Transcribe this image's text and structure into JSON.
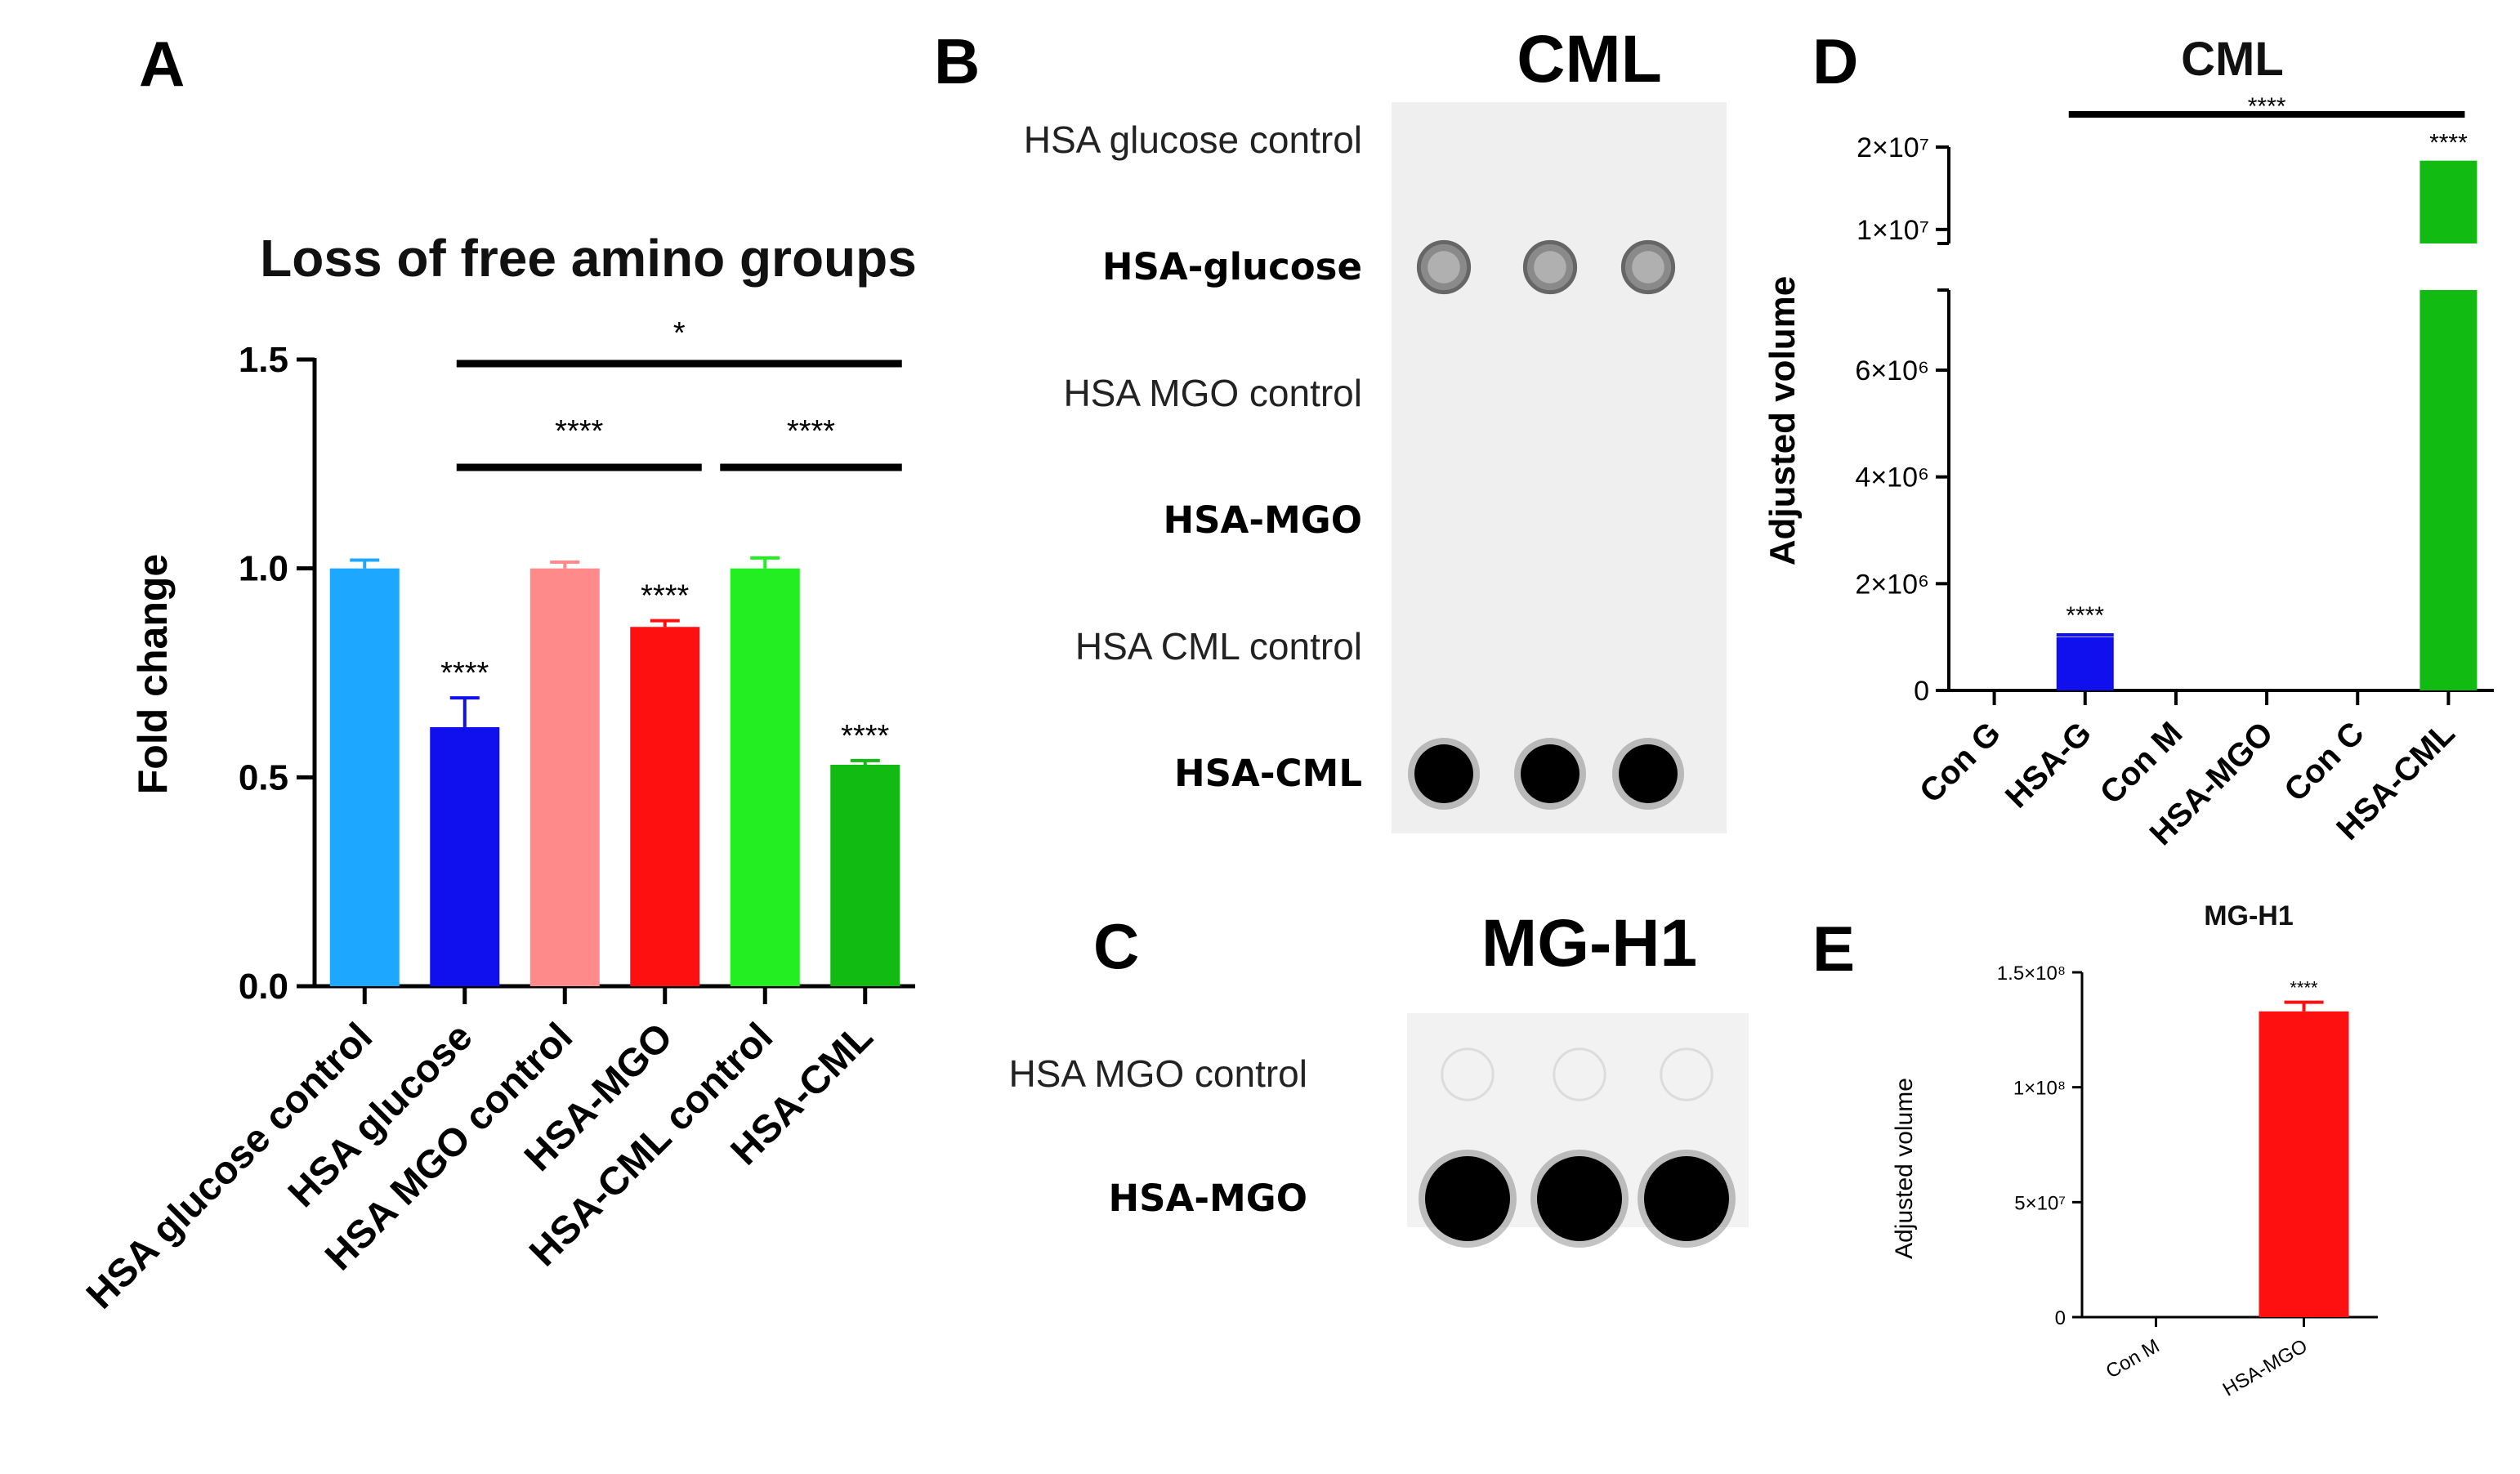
{
  "panels": {
    "A": "A",
    "B": "B",
    "C": "C",
    "D": "D",
    "E": "E"
  },
  "blot_B": {
    "title": "CML",
    "rows": [
      {
        "label": "HSA glucose control",
        "bold": false,
        "dots": [
          0,
          0,
          0
        ]
      },
      {
        "label": "HSA-glucose",
        "bold": true,
        "dots": [
          0.45,
          0.45,
          0.45
        ]
      },
      {
        "label": "HSA MGO control",
        "bold": false,
        "dots": [
          0,
          0,
          0
        ]
      },
      {
        "label": "HSA-MGO",
        "bold": true,
        "dots": [
          0,
          0,
          0
        ]
      },
      {
        "label": "HSA CML control",
        "bold": false,
        "dots": [
          0,
          0,
          0
        ]
      },
      {
        "label": "HSA-CML",
        "bold": true,
        "dots": [
          1,
          1,
          1
        ]
      }
    ]
  },
  "blot_C": {
    "title": "MG-H1",
    "rows": [
      {
        "label": "HSA MGO control",
        "bold": false,
        "dots": [
          0.05,
          0.05,
          0.05
        ]
      },
      {
        "label": "HSA-MGO",
        "bold": true,
        "dots": [
          1,
          1,
          1
        ]
      }
    ]
  },
  "chart_data": [
    {
      "panel": "A",
      "type": "bar",
      "title": "Loss of free amino groups",
      "xlabel": "",
      "ylabel": "Fold change",
      "ylim": [
        0,
        1.5
      ],
      "yticks": [
        "0.0",
        "0.5",
        "1.0",
        "1.5"
      ],
      "categories": [
        "HSA glucose control",
        "HSA glucose",
        "HSA MGO control",
        "HSA-MGO",
        "HSA-CML control",
        "HSA-CML"
      ],
      "values": [
        1.0,
        0.62,
        1.0,
        0.86,
        1.0,
        0.53
      ],
      "errors": [
        0.02,
        0.07,
        0.015,
        0.015,
        0.025,
        0.01
      ],
      "colors": [
        "#1ea7ff",
        "#1010ee",
        "#ff8a8a",
        "#ff1010",
        "#22ee22",
        "#11bb11"
      ],
      "bar_labels": [
        "",
        "****",
        "",
        "****",
        "",
        "****"
      ],
      "significance": [
        {
          "from": 1,
          "to": 5,
          "label": "*"
        },
        {
          "from": 1,
          "to": 3,
          "label": "****"
        },
        {
          "from": 4,
          "to": 5,
          "label": "****"
        }
      ],
      "grid": false
    },
    {
      "panel": "D",
      "type": "bar",
      "title": "CML",
      "xlabel": "",
      "ylabel": "Adjusted volume",
      "axis_break": true,
      "lower_yticks": [
        {
          "value": 0,
          "label": "0"
        },
        {
          "value": 2000000,
          "label": "2×10⁶"
        },
        {
          "value": 4000000,
          "label": "4×10⁶"
        },
        {
          "value": 6000000,
          "label": "6×10⁶"
        }
      ],
      "upper_yticks": [
        {
          "value": 10000000,
          "label": "1×10⁷"
        },
        {
          "value": 20000000,
          "label": "2×10⁷"
        }
      ],
      "categories": [
        "Con G",
        "HSA-G",
        "Con M",
        "HSA-MGO",
        "Con C",
        "HSA-CML"
      ],
      "values": [
        0,
        1000000,
        0,
        0,
        0,
        18000000
      ],
      "errors": [
        0,
        40000,
        0,
        0,
        0,
        150000
      ],
      "colors": [
        "#000000",
        "#1010ee",
        "#000000",
        "#000000",
        "#000000",
        "#11bb11"
      ],
      "bar_labels": [
        "",
        "****",
        "",
        "",
        "",
        "****"
      ],
      "significance": [
        {
          "from": 1,
          "to": 5,
          "label": "****"
        }
      ],
      "grid": false
    },
    {
      "panel": "E",
      "type": "bar",
      "title": "MG-H1",
      "xlabel": "",
      "ylabel": "Adjusted volume",
      "ylim": [
        0,
        150000000
      ],
      "yticks": [
        {
          "value": 0,
          "label": "0"
        },
        {
          "value": 50000000,
          "label": "5×10⁷"
        },
        {
          "value": 100000000,
          "label": "1×10⁸"
        },
        {
          "value": 150000000,
          "label": "1.5×10⁸"
        }
      ],
      "categories": [
        "Con M",
        "HSA-MGO"
      ],
      "values": [
        0,
        133000000
      ],
      "errors": [
        0,
        4000000
      ],
      "colors": [
        "#000000",
        "#ff1010"
      ],
      "bar_labels": [
        "",
        "****"
      ],
      "grid": false
    }
  ]
}
